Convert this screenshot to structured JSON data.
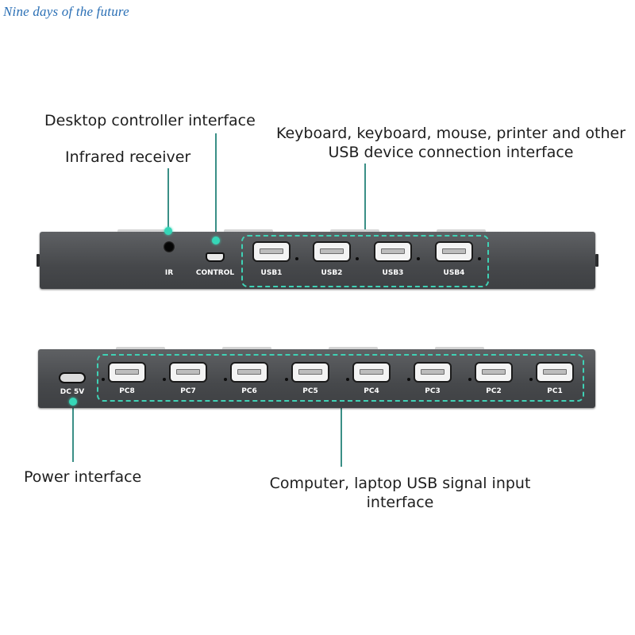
{
  "watermark": "Nine days of the future",
  "callouts": {
    "desktop_controller": "Desktop controller interface",
    "infrared_receiver": "Infrared receiver",
    "usb_devices_line1": "Keyboard, keyboard, mouse, printer and other",
    "usb_devices_line2": "USB device connection interface",
    "power": "Power interface",
    "computer_input_line1": "Computer, laptop USB signal input",
    "computer_input_line2": "interface"
  },
  "top_panel": {
    "ir_label": "IR",
    "control_label": "CONTROL",
    "usb_ports": [
      "USB1",
      "USB2",
      "USB3",
      "USB4"
    ]
  },
  "bottom_panel": {
    "power_label": "DC 5V",
    "pc_ports": [
      "PC8",
      "PC7",
      "PC6",
      "PC5",
      "PC4",
      "PC3",
      "PC2",
      "PC1"
    ]
  },
  "colors": {
    "accent": "#36d6b7",
    "panel": "#4a4c4f",
    "watermark": "#2a6fb5"
  }
}
